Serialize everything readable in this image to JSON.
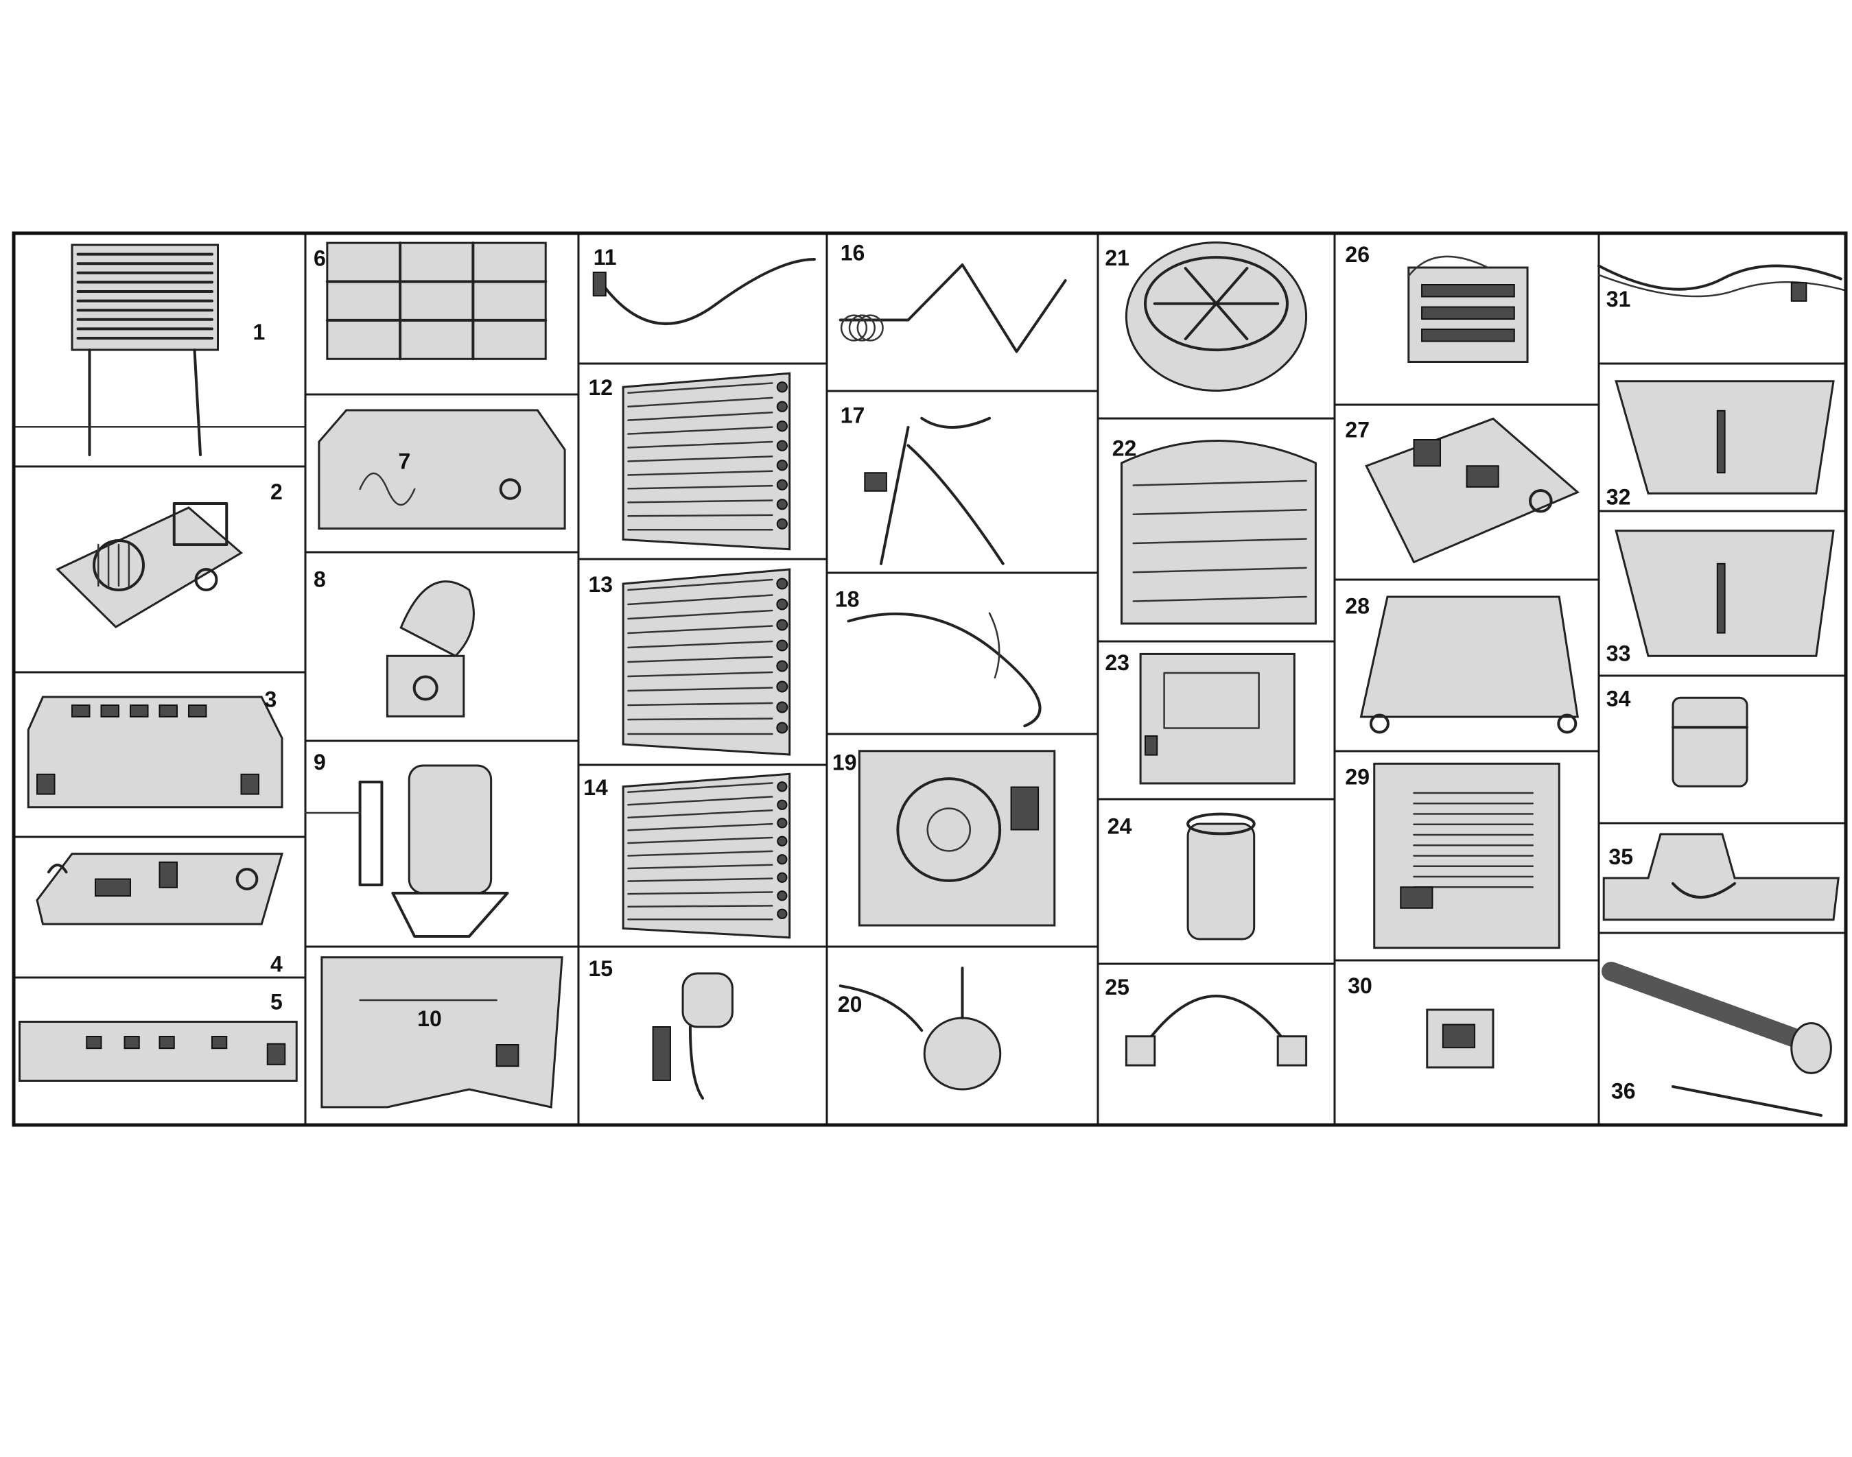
{
  "parts": [
    {
      "id": 1,
      "label": "1",
      "icon": "grille-on-legs-icon"
    },
    {
      "id": 2,
      "label": "2",
      "icon": "speaker-control-panel-icon"
    },
    {
      "id": 3,
      "label": "3",
      "icon": "front-cover-panel-icon"
    },
    {
      "id": 4,
      "label": "4",
      "icon": "circuit-board-icon"
    },
    {
      "id": 5,
      "label": "5",
      "icon": "control-panel-strip-icon"
    },
    {
      "id": 6,
      "label": "6",
      "icon": "filter-grid-icon"
    },
    {
      "id": 7,
      "label": "7",
      "icon": "base-plate-icon"
    },
    {
      "id": 8,
      "label": "8",
      "icon": "fan-shroud-icon"
    },
    {
      "id": 9,
      "label": "9",
      "icon": "compressor-icon"
    },
    {
      "id": 10,
      "label": "10",
      "icon": "chassis-panel-icon"
    },
    {
      "id": 11,
      "label": "11",
      "icon": "cable-connector-icon"
    },
    {
      "id": 12,
      "label": "12",
      "icon": "evaporator-coil-icon"
    },
    {
      "id": 13,
      "label": "13",
      "icon": "condenser-coil-icon"
    },
    {
      "id": 14,
      "label": "14",
      "icon": "heat-exchanger-coil-icon"
    },
    {
      "id": 15,
      "label": "15",
      "icon": "capacitor-icon"
    },
    {
      "id": 16,
      "label": "16",
      "icon": "copper-tube-icon"
    },
    {
      "id": 17,
      "label": "17",
      "icon": "wire-harness-icon"
    },
    {
      "id": 18,
      "label": "18",
      "icon": "sensor-wire-icon"
    },
    {
      "id": 19,
      "label": "19",
      "icon": "motor-mount-bracket-icon"
    },
    {
      "id": 20,
      "label": "20",
      "icon": "fan-motor-icon"
    },
    {
      "id": 21,
      "label": "21",
      "icon": "blower-wheel-icon"
    },
    {
      "id": 22,
      "label": "22",
      "icon": "blower-housing-icon"
    },
    {
      "id": 23,
      "label": "23",
      "icon": "electrical-box-icon"
    },
    {
      "id": 24,
      "label": "24",
      "icon": "run-capacitor-icon"
    },
    {
      "id": 25,
      "label": "25",
      "icon": "mounting-strap-icon"
    },
    {
      "id": 26,
      "label": "26",
      "icon": "relay-board-icon"
    },
    {
      "id": 27,
      "label": "27",
      "icon": "main-control-board-icon"
    },
    {
      "id": 28,
      "label": "28",
      "icon": "top-cover-icon"
    },
    {
      "id": 29,
      "label": "29",
      "icon": "rear-panel-icon"
    },
    {
      "id": 30,
      "label": "30",
      "icon": "switch-plate-icon"
    },
    {
      "id": 31,
      "label": "31",
      "icon": "power-cord-icon"
    },
    {
      "id": 32,
      "label": "32",
      "icon": "water-tank-icon"
    },
    {
      "id": 33,
      "label": "33",
      "icon": "water-tank-alt-icon"
    },
    {
      "id": 34,
      "label": "34",
      "icon": "float-block-icon"
    },
    {
      "id": 35,
      "label": "35",
      "icon": "tank-cover-icon"
    },
    {
      "id": 36,
      "label": "36",
      "icon": "exhaust-hose-icon"
    }
  ]
}
